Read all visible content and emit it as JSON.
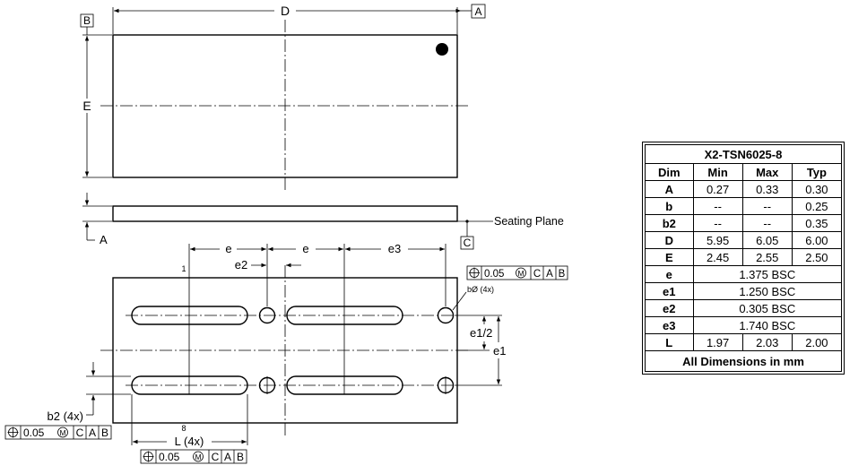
{
  "labels": {
    "datum_b": "B",
    "datum_a": "A",
    "datum_c": "C",
    "dim_d": "D",
    "dim_e": "E",
    "dim_a": "A",
    "seating_plane": "Seating Plane",
    "pitch_e_1": "e",
    "pitch_e_2": "e",
    "dim_e2": "e2",
    "dim_e3": "e3",
    "dim_e1_half": "e1/2",
    "dim_e1": "e1",
    "pin_one": "1",
    "pin_eight": "8",
    "b_dia": "bØ (4x)",
    "b2": "b2 (4x)",
    "l": "L (4x)",
    "tolerance": "0.05",
    "tol_m": "M",
    "tol_c": "C",
    "tol_a": "A",
    "tol_b": "B"
  },
  "table": {
    "title": "X2-TSN6025-8",
    "headers": [
      "Dim",
      "Min",
      "Max",
      "Typ"
    ],
    "rows": [
      {
        "dim": "A",
        "min": "0.27",
        "max": "0.33",
        "typ": "0.30"
      },
      {
        "dim": "b",
        "min": "--",
        "max": "--",
        "typ": "0.25"
      },
      {
        "dim": "b2",
        "min": "--",
        "max": "--",
        "typ": "0.35"
      },
      {
        "dim": "D",
        "min": "5.95",
        "max": "6.05",
        "typ": "6.00"
      },
      {
        "dim": "E",
        "min": "2.45",
        "max": "2.55",
        "typ": "2.50"
      }
    ],
    "bsc_rows": [
      {
        "dim": "e",
        "value": "1.375 BSC"
      },
      {
        "dim": "e1",
        "value": "1.250 BSC"
      },
      {
        "dim": "e2",
        "value": "0.305 BSC"
      },
      {
        "dim": "e3",
        "value": "1.740 BSC"
      }
    ],
    "last_row": {
      "dim": "L",
      "min": "1.97",
      "max": "2.03",
      "typ": "2.00"
    },
    "footer": "All Dimensions in mm"
  }
}
